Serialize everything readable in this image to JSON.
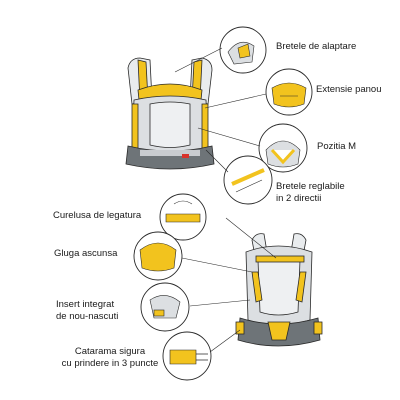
{
  "labels": {
    "nursing_straps": "Bretele de alaptare",
    "panel_extension": "Extensie panou",
    "m_position": "Pozitia M",
    "adjustable_straps_line1": "Bretele reglabile",
    "adjustable_straps_line2": "in 2 directii",
    "binding_strap": "Curelusa de legatura",
    "hidden_hood": "Gluga ascunsa",
    "newborn_insert_line1": "Insert integrat",
    "newborn_insert_line2": "de nou-nascuti",
    "safety_buckle_line1": "Catarama sigura",
    "safety_buckle_line2": "cu prindere in 3 puncte"
  },
  "colors": {
    "accent_yellow": "#f2c31e",
    "fabric_light": "#dcdfe2",
    "fabric_dark": "#6e7478",
    "outline": "#2a2a2a",
    "red_tag": "#d8322b"
  },
  "icons": [
    "carrier-front-drawing",
    "carrier-back-drawing",
    "detail-circle"
  ]
}
